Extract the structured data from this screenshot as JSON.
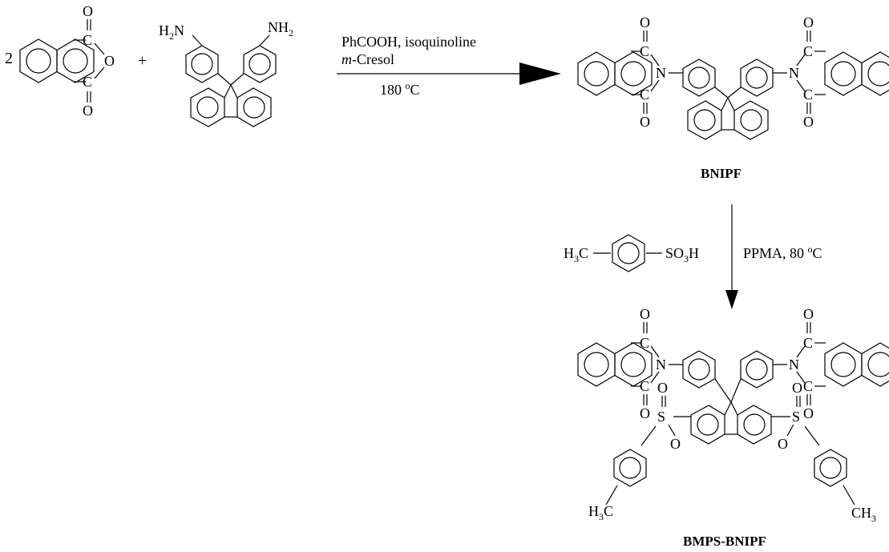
{
  "coefficient": "2",
  "plus_sign": "+",
  "reagents_top": {
    "line1": "PhCOOH, isoquinoline",
    "line2_italic": "m",
    "line2_rest": "-Cresol",
    "temperature_value": "180 ",
    "temperature_sup": "o",
    "temperature_unit": "C"
  },
  "reagents_down": {
    "reagent_prefix": "H",
    "reagent_sub3": "3",
    "reagent_c": "C",
    "reagent_so": "SO",
    "reagent_sub3b": "3",
    "reagent_h": "H",
    "condition_value": "PPMA, 80 ",
    "condition_sup": "o",
    "condition_unit": "C"
  },
  "atoms": {
    "O": "O",
    "C": "C",
    "N": "N",
    "S": "S",
    "H": "H",
    "sub2": "2",
    "sub3": "3",
    "amine_right": "NH",
    "ch3_right": "CH"
  },
  "labels": {
    "product1": "BNIPF",
    "product2": "BMPS-BNIPF"
  }
}
